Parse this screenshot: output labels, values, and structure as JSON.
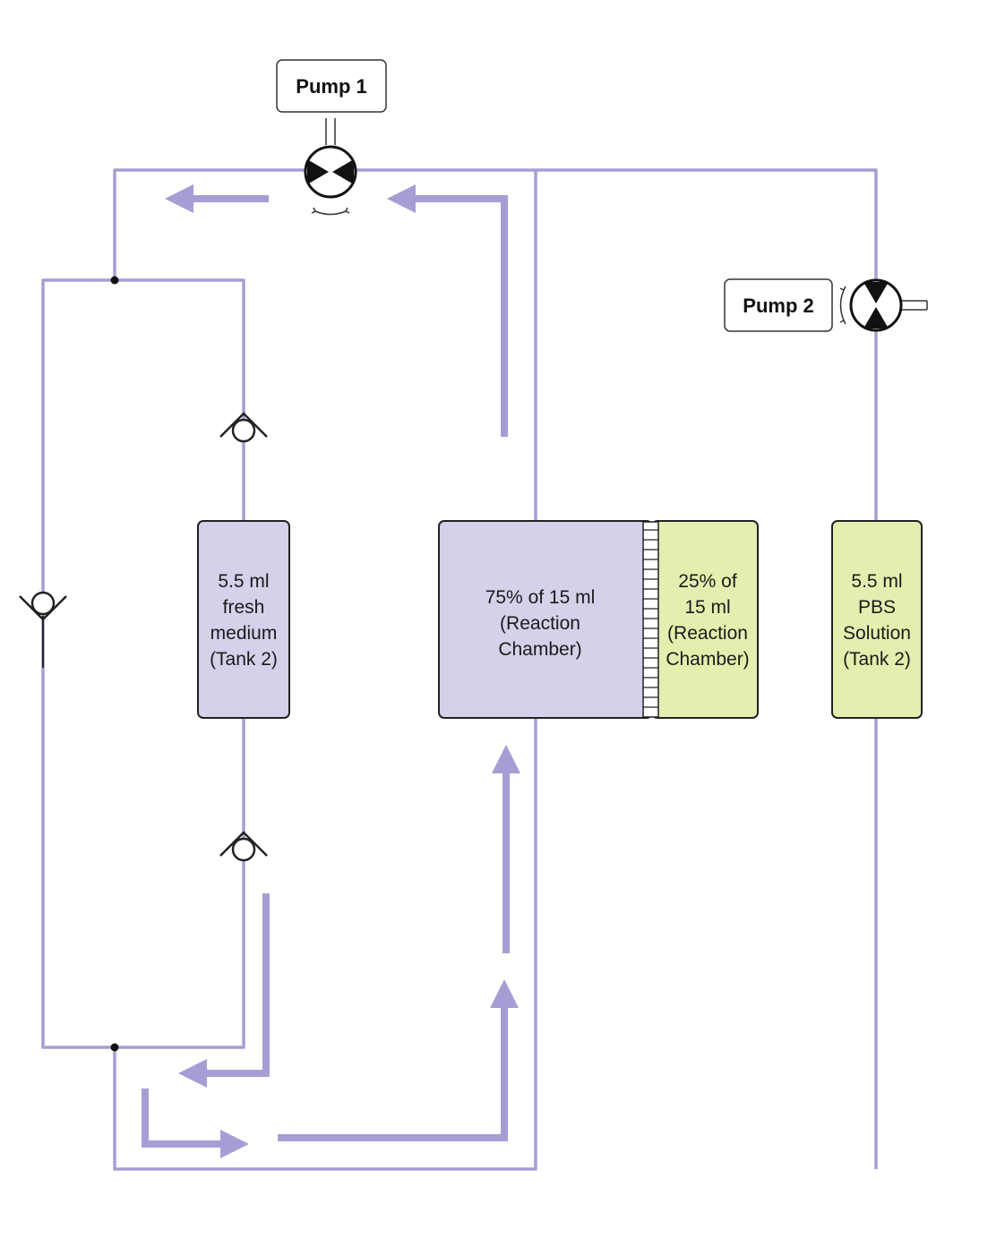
{
  "colors": {
    "pipe": "#a79dd4",
    "flow_arrow": "#a79dd4",
    "purple_fill": "#d4d1ea",
    "green_fill": "#e3efae",
    "outline": "#222222",
    "valve_fill": "#ffffff",
    "pump_fill": "#111111"
  },
  "pumps": {
    "pump1": {
      "label": "Pump 1",
      "icon": "pump-icon"
    },
    "pump2": {
      "label": "Pump 2",
      "icon": "pump-icon"
    }
  },
  "tanks": {
    "fresh_medium": {
      "lines": [
        "5.5 ml",
        "fresh",
        "medium",
        "(Tank 2)"
      ]
    },
    "chamber_main": {
      "lines": [
        "75% of 15 ml",
        "(Reaction",
        "Chamber)"
      ]
    },
    "chamber_side": {
      "lines": [
        "25% of",
        "15 ml",
        "(Reaction",
        "Chamber)"
      ]
    },
    "pbs": {
      "lines": [
        "5.5 ml",
        "PBS",
        "Solution",
        "(Tank 2)"
      ]
    }
  },
  "valves": [
    {
      "name": "check-valve-upper",
      "icon": "check-valve-icon"
    },
    {
      "name": "check-valve-lower",
      "icon": "check-valve-icon"
    },
    {
      "name": "check-valve-left",
      "icon": "check-valve-icon"
    }
  ]
}
